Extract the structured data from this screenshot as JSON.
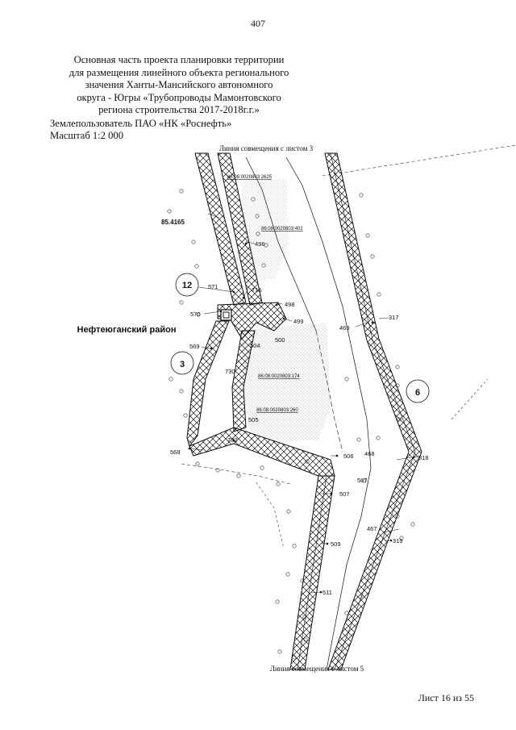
{
  "page_number": "407",
  "title_lines": [
    "Основная часть проекта планировки территории",
    "для размещения линейного объекта регионального",
    "значения Ханты-Мансийского автономного",
    "округа - Югры «Трубопроводы Мамонтовского",
    "региона строительства 2017-2018г.г.»"
  ],
  "land_user": "Землепользователь ПАО «НК «Роснефть»",
  "scale": "Масштаб 1:2 000",
  "map": {
    "top_line": "Линия совмещения с листом 3",
    "bottom_line": "Линия совмещения с листом 5",
    "district": "Нефтеюганский район",
    "quarter": "85.4165",
    "cadastral": [
      "86:08:0020803:2625",
      "86:08:0020803:402",
      "86:08:0020803:174",
      "86:08:0020803:260"
    ],
    "circles": [
      "12",
      "3",
      "6"
    ],
    "points": [
      "496",
      "571",
      "715",
      "570",
      "498",
      "499",
      "500",
      "504",
      "469",
      "317",
      "569",
      "730",
      "505",
      "732",
      "568",
      "506",
      "468",
      "318",
      "567",
      "507",
      "467",
      "319",
      "509",
      "511"
    ]
  },
  "footer": "Лист 16 из 55"
}
